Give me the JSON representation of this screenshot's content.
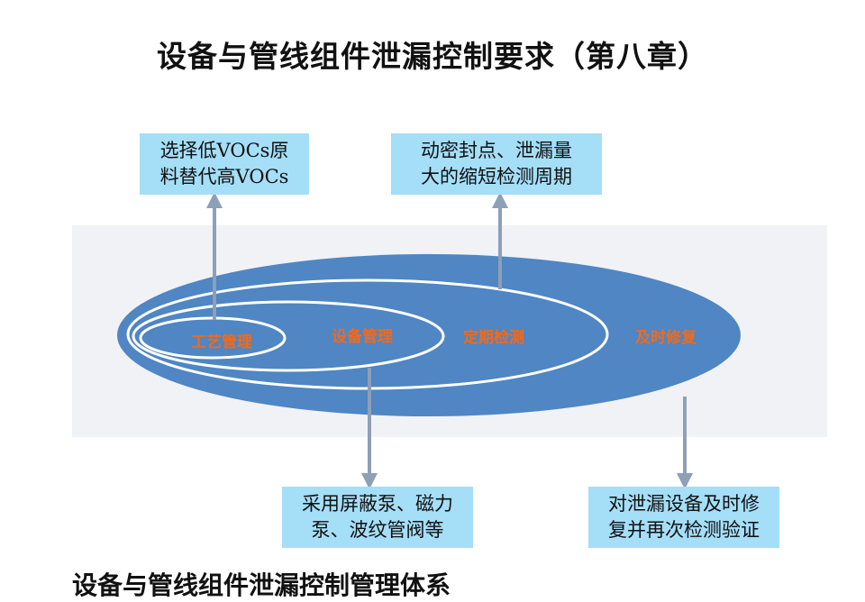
{
  "title": "设备与管线组件泄漏控制要求（第八章）",
  "bottom_title": "设备与管线组件泄漏控制管理体系",
  "rings": {
    "process": "工艺管理",
    "equipment": "设备管理",
    "inspection": "定期检测",
    "repair": "及时修复"
  },
  "boxes": {
    "top_left": {
      "line1": "选择低VOCs原",
      "line2": "料替代高VOCs"
    },
    "top_right": {
      "line1": "动密封点、泄漏量",
      "line2": "大的缩短检测周期"
    },
    "bottom_mid": {
      "line1": "采用屏蔽泵、磁力",
      "line2": "泵、波纹管阀等"
    },
    "bottom_right": {
      "line1": "对泄漏设备及时修",
      "line2": "复并再次检测验证"
    }
  },
  "colors": {
    "ellipse_fill": "#4f86c3",
    "ring_stroke": "#ffffff",
    "label_text": "#f26a1b",
    "box_fill": "#a5def7",
    "arrow": "#8e9fb8"
  }
}
